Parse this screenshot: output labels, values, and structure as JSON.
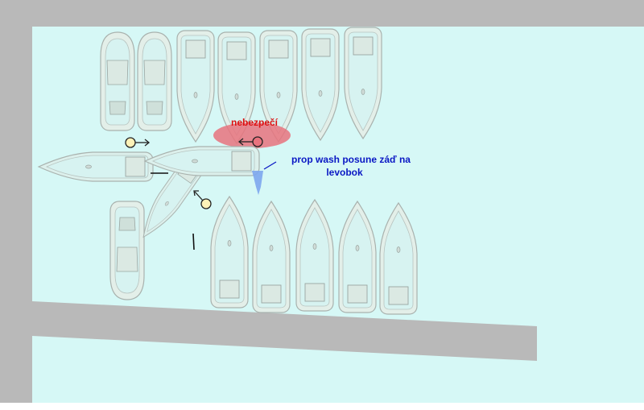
{
  "labels": {
    "danger": "nebezpečí",
    "prop_wash_line1": "prop wash posune záď na",
    "prop_wash_line2": "levobok"
  },
  "colors": {
    "water": "#d6f8f6",
    "pier": "#b9b9b9",
    "pier_edge": "#8c8c8c",
    "boat_hull": "#e3efe9",
    "boat_hull_stroke": "#a9b2ae",
    "boat_deck": "#d7f3f1",
    "boat_cabin": "#dbe9e3",
    "moving_hull": "#dcf0ec",
    "danger_zone": "#e8737e",
    "danger_text": "#dd1111",
    "prop_wash_text": "#0a18c4",
    "prop_wash_arrow": "#7da6ee",
    "ring_fill": "#fdf2b8"
  },
  "icons": {
    "rudder_prop": "circle-with-arrow-icon"
  }
}
